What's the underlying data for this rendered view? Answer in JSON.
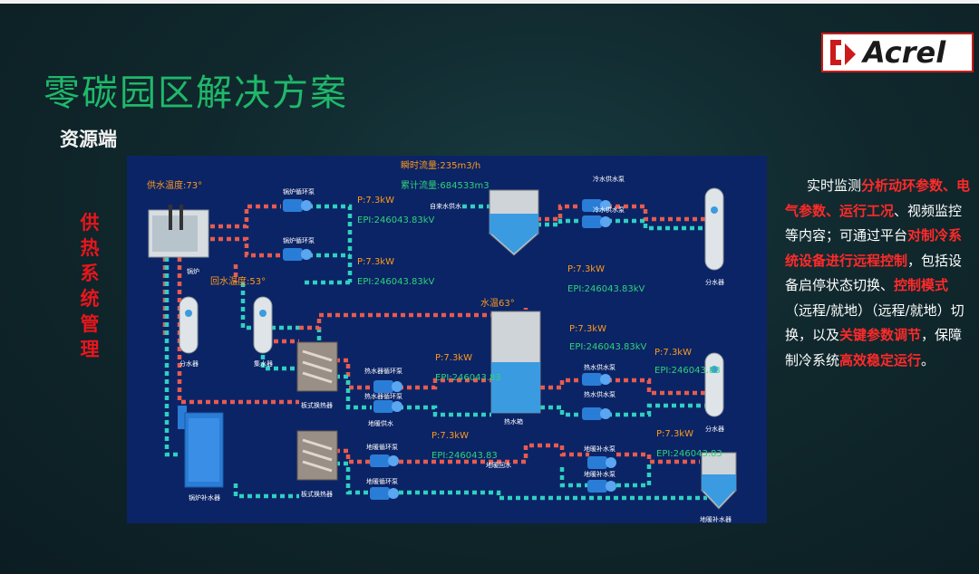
{
  "slide": {
    "title": "零碳园区解决方案",
    "subtitle": "资源端",
    "side_label": "供热系统管理",
    "logo_text": "Acrel"
  },
  "description": {
    "lines": [
      [
        {
          "t": "实时监测",
          "h": false
        },
        {
          "t": "分析动环参数、电",
          "h": true
        }
      ],
      [
        {
          "t": "气参数、运行工况",
          "h": true
        },
        {
          "t": "、视频监控",
          "h": false
        }
      ],
      [
        {
          "t": "等内容；可通过平台",
          "h": false
        },
        {
          "t": "对制冷系",
          "h": true
        }
      ],
      [
        {
          "t": "统设备进行远程控制",
          "h": true
        },
        {
          "t": "，包括设",
          "h": false
        }
      ],
      [
        {
          "t": "备启停状态切换、",
          "h": false
        },
        {
          "t": "控制模式",
          "h": true
        }
      ],
      [
        {
          "t": "（远程/就地）（远程/就地）切",
          "h": false
        }
      ],
      [
        {
          "t": "换，以及",
          "h": false
        },
        {
          "t": "关键参数调节",
          "h": true
        },
        {
          "t": "，保障",
          "h": false
        }
      ],
      [
        {
          "t": "制冷系统",
          "h": false
        },
        {
          "t": "高效稳定运行",
          "h": true
        },
        {
          "t": "。",
          "h": false
        }
      ]
    ]
  },
  "diagram": {
    "flow_instant": "瞬时流量:235m3/h",
    "flow_total": "累计流量:684533m3",
    "supply_temp": "供水温度:73°",
    "return_temp": "回水温度:53°",
    "tank_temp": "水温63°",
    "boiler_label": "锅炉",
    "boiler_pump_a": "锅炉循环泵",
    "boiler_pump_b": "锅炉循环泵",
    "makeup_in": "自来水供水",
    "cold_pump_a": "冷水供水泵",
    "cold_pump_b": "冷水供水泵",
    "splitter_right": "分水器",
    "splitter_left": "分水器",
    "collector": "集水器",
    "hex_a": "板式换热器",
    "hex_b": "板式换热器",
    "hot_pump_a": "热水器循环泵",
    "hot_pump_b": "热水器循环泵",
    "hot_tank": "热水箱",
    "hot_supply_a": "热水供水泵",
    "hot_supply_b": "热水供水泵",
    "splitter_mid": "分水器",
    "floor_supply": "地暖供水",
    "floor_pump_a": "地暖循环泵",
    "floor_pump_b": "地暖循环泵",
    "floor_return": "地暖回水",
    "floor_make_a": "地暖补水泵",
    "floor_make_b": "地暖补水泵",
    "floor_make_tank": "地暖补水器",
    "boiler_make_tank": "锅炉补水器",
    "readings": [
      {
        "p": "P:7.3kW",
        "e": "EPI:246043.83kV"
      },
      {
        "p": "P:7.3kW",
        "e": "EPI:246043.83kV"
      },
      {
        "p": "P:7.3kW",
        "e": "EPI:246043.83kV"
      },
      {
        "p": "P:7.3kW",
        "e": "EPI:246043.83kV"
      },
      {
        "p": "P:7.3kW",
        "e": "EPI:246043.83"
      },
      {
        "p": "P:7.3kW",
        "e": "EPI:246043.83"
      },
      {
        "p": "P:7.3kW",
        "e": "EPI:246043.83"
      },
      {
        "p": "P:7.3kW",
        "e": "EPI:246043.83"
      }
    ]
  },
  "colors": {
    "title_green": "#1fb86a",
    "highlight_red": "#ff2a2a",
    "panel_blue": "#0b2466",
    "power_orange": "#ff9a1a",
    "energy_green": "#2fd27a"
  }
}
